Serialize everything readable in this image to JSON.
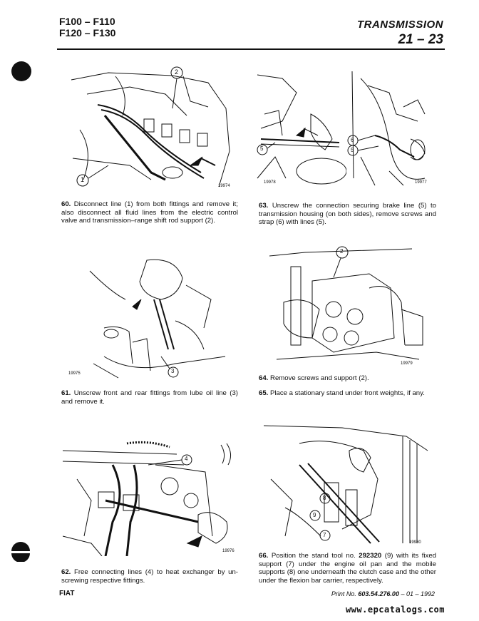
{
  "header": {
    "models_line1": "F100 – F110",
    "models_line2": "F120 – F130",
    "section": "TRANSMISSION",
    "page": "21 – 23"
  },
  "figures": [
    {
      "id": "19974",
      "callouts": [
        "1",
        "2"
      ]
    },
    {
      "id": "19978",
      "callouts": [
        "5",
        "6"
      ]
    },
    {
      "id": "19977",
      "callouts": [
        "5",
        "6"
      ]
    },
    {
      "id": "19975",
      "callouts": [
        "3"
      ]
    },
    {
      "id": "19979",
      "callouts": [
        "2"
      ]
    },
    {
      "id": "19976",
      "callouts": [
        "4"
      ]
    },
    {
      "id": "19980",
      "callouts": [
        "7",
        "8",
        "9"
      ]
    }
  ],
  "steps": {
    "s60": {
      "num": "60.",
      "text": "Disconnect line (1) from both fittings and remove it; also disconnect all fluid lines from the electric control valve and transmission–range shift rod support (2)."
    },
    "s61": {
      "num": "61.",
      "text": "Unscrew front and rear fittings from lube oil line (3) and remove it."
    },
    "s62": {
      "num": "62.",
      "text": "Free connecting lines (4) to heat exchanger by un-screwing respective fittings."
    },
    "s63": {
      "num": "63.",
      "text": "Unscrew the connection securing brake line (5) to transmission housing (on both sides), remove screws and strap (6) with lines (5)."
    },
    "s64": {
      "num": "64.",
      "text": "Remove screws and support (2)."
    },
    "s65": {
      "num": "65.",
      "text": "Place a stationary stand under front weights, if any."
    },
    "s66": {
      "num": "66.",
      "pre": "Position the stand tool no. ",
      "tool": "292320",
      "post": " (9) with its fixed support (7) under the engine oil pan and the mobile supports (8) one underneath the clutch case and the other under the flexion bar carrier, respectively."
    }
  },
  "footer": {
    "brand": "FIAT",
    "print_no_label": "Print No. ",
    "print_no": "603.54.276.00",
    "print_suffix": " – 01 – 1992"
  },
  "watermark": "www.epcatalogs.com"
}
